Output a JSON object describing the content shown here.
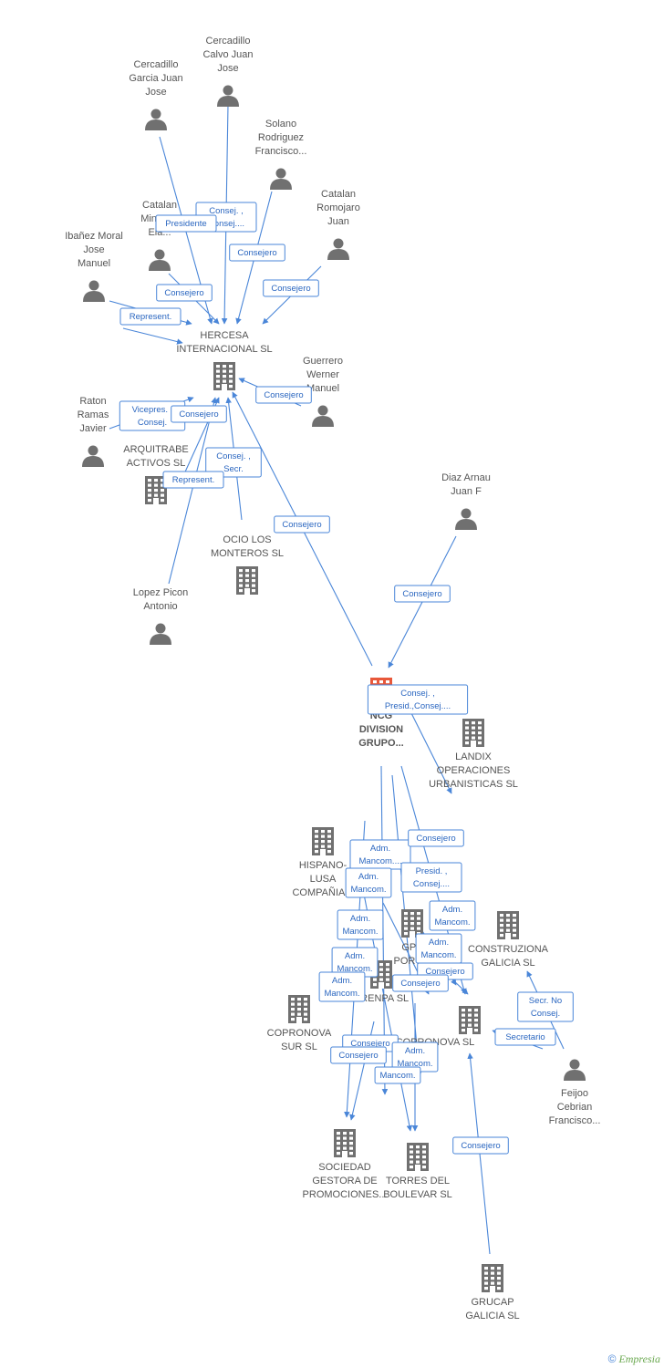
{
  "colors": {
    "edge": "#4a86d8",
    "node": "#707070",
    "focus": "#e8583a",
    "label": "#555555"
  },
  "nodes": [
    {
      "id": "cercadillo_calvo",
      "kind": "person",
      "label": [
        "Cercadillo",
        "Calvo Juan",
        "Jose"
      ]
    },
    {
      "id": "cercadillo_garcia",
      "kind": "person",
      "label": [
        "Cercadillo",
        "Garcia Juan",
        "Jose"
      ]
    },
    {
      "id": "solano",
      "kind": "person",
      "label": [
        "Solano",
        "Rodriguez",
        "Francisco..."
      ]
    },
    {
      "id": "catalan_romojaro",
      "kind": "person",
      "label": [
        "Catalan",
        "Romojaro",
        "Juan"
      ]
    },
    {
      "id": "catalan_minguez",
      "kind": "person",
      "label": [
        "Catalan",
        "Minguez",
        "Ela..."
      ]
    },
    {
      "id": "ibanez",
      "kind": "person",
      "label": [
        "Ibañez Moral",
        "Jose",
        "Manuel"
      ]
    },
    {
      "id": "hercesa",
      "kind": "company",
      "label": [
        "HERCESA",
        "INTERNACIONAL SL"
      ]
    },
    {
      "id": "guerrero",
      "kind": "person",
      "label": [
        "Guerrero",
        "Werner",
        "Manuel"
      ]
    },
    {
      "id": "raton",
      "kind": "person",
      "label": [
        "Raton",
        "Ramas",
        "Javier"
      ]
    },
    {
      "id": "arquitrabe",
      "kind": "company",
      "label": [
        "ARQUITRABE",
        "ACTIVOS SL"
      ]
    },
    {
      "id": "ocio",
      "kind": "company",
      "label": [
        "OCIO LOS",
        "MONTEROS SL"
      ]
    },
    {
      "id": "lopez",
      "kind": "person",
      "label": [
        "Lopez Picon",
        "Antonio"
      ]
    },
    {
      "id": "diaz",
      "kind": "person",
      "label": [
        "Diaz Arnau",
        "Juan F"
      ]
    },
    {
      "id": "ncg",
      "kind": "focus",
      "label": [
        "NCG",
        "DIVISION",
        "GRUPO..."
      ]
    },
    {
      "id": "landix",
      "kind": "company",
      "label": [
        "LANDIX",
        "OPERACIONES",
        "URBANISTICAS SL"
      ]
    },
    {
      "id": "hispano",
      "kind": "company",
      "label": [
        "HISPANO-",
        "LUSA",
        "COMPAÑIA..."
      ]
    },
    {
      "id": "gps",
      "kind": "company",
      "label": [
        "GPS",
        "PORC..."
      ]
    },
    {
      "id": "construziona",
      "kind": "company",
      "label": [
        "CONSTRUZIONA",
        "GALICIA SL"
      ]
    },
    {
      "id": "brenpa",
      "kind": "company",
      "label": [
        "BRENPA  SL"
      ]
    },
    {
      "id": "copronova_sur",
      "kind": "company",
      "label": [
        "COPRONOVA",
        "SUR SL"
      ]
    },
    {
      "id": "copronova",
      "kind": "company",
      "label": [
        "COPRONOVA  SL"
      ]
    },
    {
      "id": "feijoo",
      "kind": "person",
      "label": [
        "Feijoo",
        "Cebrian",
        "Francisco..."
      ]
    },
    {
      "id": "sociedad",
      "kind": "company",
      "label": [
        "SOCIEDAD",
        "GESTORA DE",
        "PROMOCIONES..."
      ]
    },
    {
      "id": "torres",
      "kind": "company",
      "label": [
        "TORRES DEL",
        "BOULEVAR  SL"
      ]
    },
    {
      "id": "grucap",
      "kind": "company",
      "label": [
        "GRUCAP",
        "GALICIA  SL"
      ]
    }
  ],
  "edge_labels": [
    [
      "Consej. ,",
      "Consej...."
    ],
    [
      "Presidente"
    ],
    [
      "Consejero"
    ],
    [
      "Consejero"
    ],
    [
      "Consejero"
    ],
    [
      "Represent."
    ],
    [
      "Consejero"
    ],
    [
      "Vicepres. ,",
      "Consej."
    ],
    [
      "Consejero"
    ],
    [
      "Consej. ,",
      "Secr."
    ],
    [
      "Represent."
    ],
    [
      "Consejero"
    ],
    [
      "Consejero"
    ],
    [
      "Consej. ,",
      "Presid.,Consej...."
    ],
    [
      "Adm.",
      "Mancom...."
    ],
    [
      "Consejero"
    ],
    [
      "Adm.",
      "Mancom."
    ],
    [
      "Presid. ,",
      "Consej...."
    ],
    [
      "Adm.",
      "Mancom."
    ],
    [
      "Adm.",
      "Mancom."
    ],
    [
      "Adm.",
      "Mancom."
    ],
    [
      "Adm.",
      "Mancom."
    ],
    [
      "Consejero"
    ],
    [
      "Adm.",
      "Mancom."
    ],
    [
      "Consejero"
    ],
    [
      "Secr.  No",
      "Consej."
    ],
    [
      "Secretario"
    ],
    [
      "Consejero"
    ],
    [
      "Consejero"
    ],
    [
      "Adm.",
      "Mancom."
    ],
    [
      "Mancom."
    ],
    [
      "Consejero"
    ]
  ],
  "footer": {
    "copyright": "©",
    "brand": "Empresia"
  }
}
